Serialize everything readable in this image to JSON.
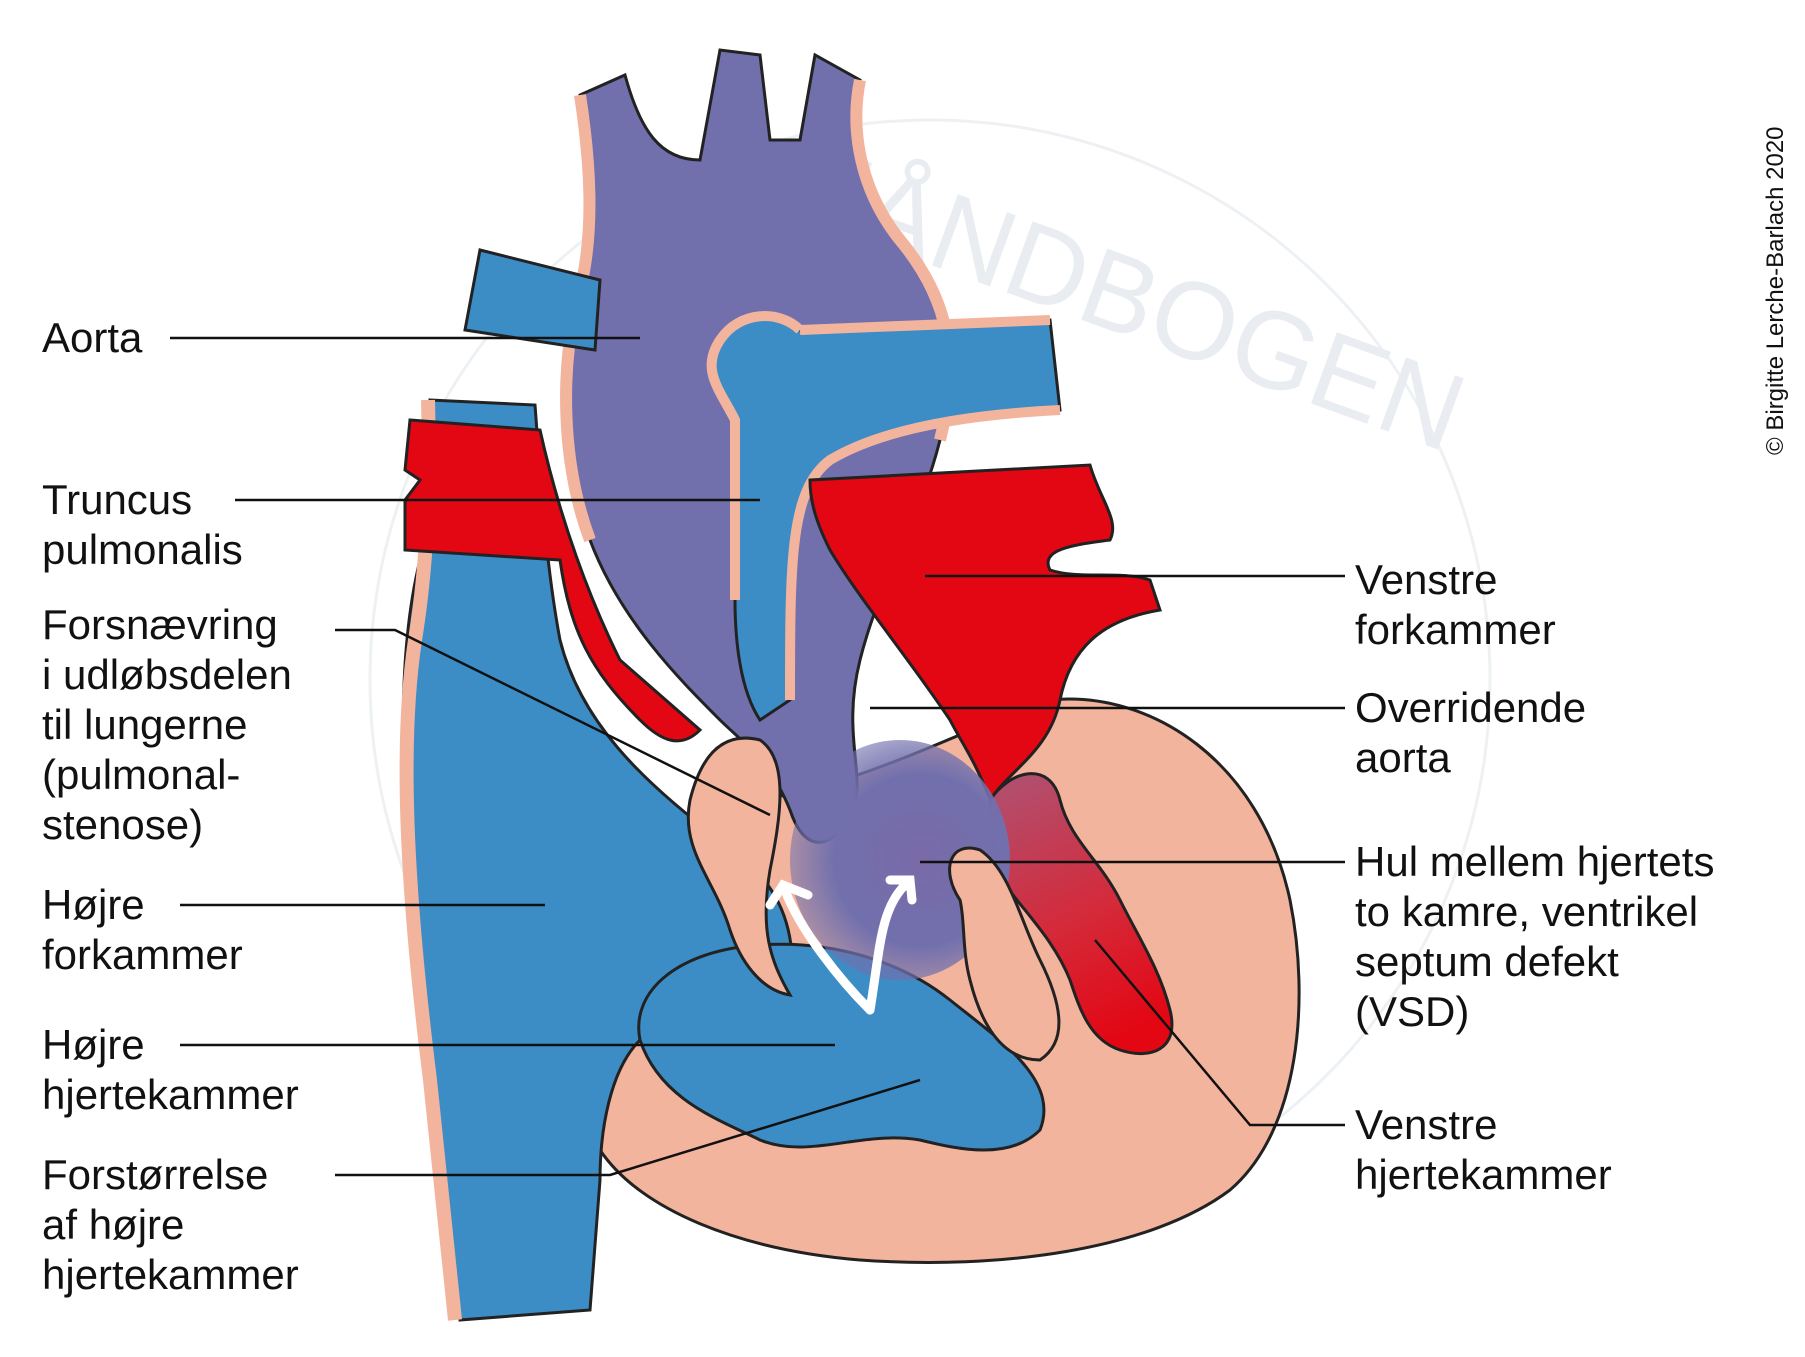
{
  "credit": "© Birgitte Lerche-Barlach 2020",
  "colors": {
    "venous_blue": "#3c8dc6",
    "aorta_purple": "#7170ad",
    "arterial_red": "#e30613",
    "tissue_pink": "#f3b49d",
    "outline": "#222222",
    "arrow": "#ffffff"
  },
  "labels": {
    "aorta": [
      "Aorta"
    ],
    "truncus": [
      "Truncus",
      "pulmonalis"
    ],
    "forsnaevring": [
      "Forsnævring",
      "i udløbsdelen",
      "til lungerne",
      "(pulmonal-",
      "stenose)"
    ],
    "hojre_forkammer": [
      "Højre",
      "forkammer"
    ],
    "hojre_hjertekammer": [
      "Højre",
      "hjertekammer"
    ],
    "forstorrelse": [
      "Forstørrelse",
      "af højre",
      "hjertekammer"
    ],
    "venstre_forkammer": [
      "Venstre",
      "forkammer"
    ],
    "overridende": [
      "Overridende",
      "aorta"
    ],
    "vsd": [
      "Hul mellem hjertets",
      "to kamre, ventrikel",
      "septum defekt",
      "(VSD)"
    ],
    "venstre_hjertekammer": [
      "Venstre",
      "hjertekammer"
    ]
  }
}
